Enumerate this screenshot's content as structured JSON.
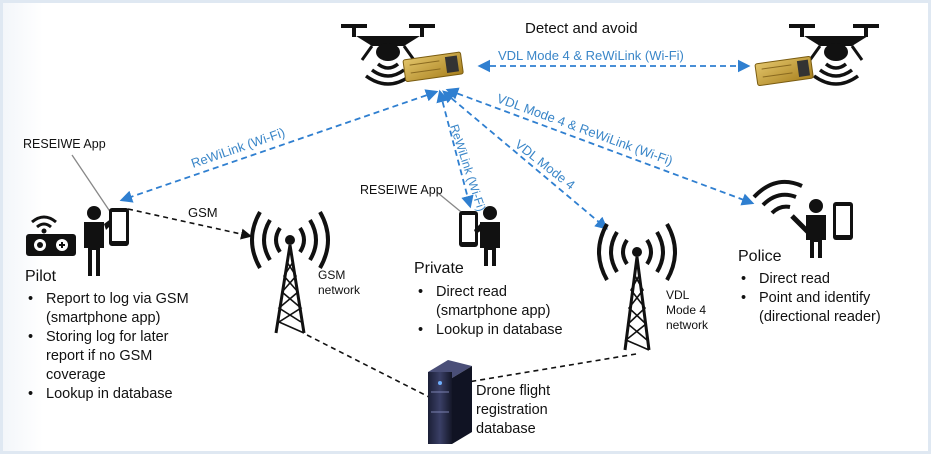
{
  "header": {
    "title": "Detect and avoid"
  },
  "links": {
    "drone_to_drone": "VDL Mode 4 & ReWiLink (Wi-Fi)",
    "to_pilot": "ReWiLink (Wi-Fi)",
    "to_private": "ReWiLink (Wi-Fi)",
    "to_vdl": "VDL Mode 4",
    "to_police": "VDL Mode 4 & ReWiLink (Wi-Fi)",
    "gsm": "GSM"
  },
  "app_labels": {
    "pilot_app": "RESEIWE App",
    "private_app": "RESEIWE App"
  },
  "networks": {
    "gsm": [
      "GSM",
      "network"
    ],
    "vdl": [
      "VDL",
      "Mode 4",
      "network"
    ]
  },
  "pilot": {
    "title": "Pilot",
    "bullets": [
      "Report to log via GSM",
      "(smartphone app)",
      "Storing log for later",
      "report if no GSM",
      "coverage",
      "Lookup in database"
    ]
  },
  "private": {
    "title": "Private",
    "bullets": [
      "Direct read",
      "(smartphone app)",
      "Lookup in database"
    ]
  },
  "police": {
    "title": "Police",
    "bullets": [
      "Direct read",
      "Point and identify",
      "(directional reader)"
    ]
  },
  "database": {
    "label": [
      "Drone flight",
      "registration",
      "database"
    ]
  },
  "colors": {
    "link_blue": "#2f7fd0",
    "link_text": "#3a86c8",
    "frame": "#dfe8f2",
    "module_gold": "#c8a43c"
  }
}
